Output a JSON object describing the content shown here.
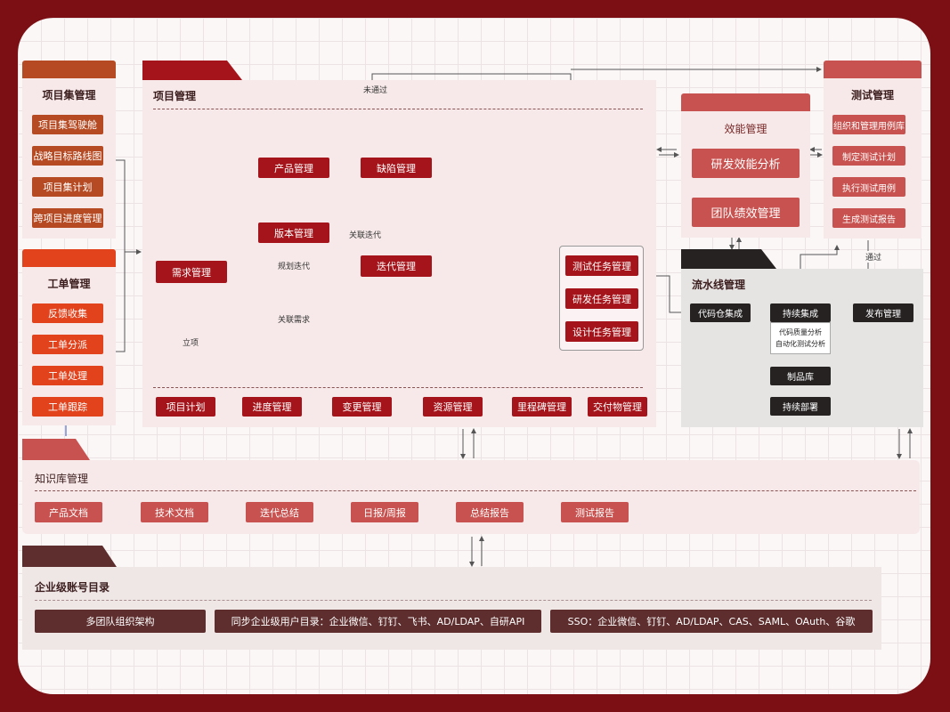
{
  "project_set": {
    "title": "项目集管理",
    "items": [
      "项目集驾驶舱",
      "战略目标路线图",
      "项目集计划",
      "跨项目进度管理"
    ]
  },
  "work_order": {
    "title": "工单管理",
    "items": [
      "反馈收集",
      "工单分派",
      "工单处理",
      "工单跟踪"
    ]
  },
  "project": {
    "title": "项目管理",
    "product": "产品管理",
    "defect": "缺陷管理",
    "version": "版本管理",
    "requirement": "需求管理",
    "iteration": "迭代管理",
    "test_task": "测试任务管理",
    "dev_task": "研发任务管理",
    "design_task": "设计任务管理",
    "labels": {
      "not_passed": "未通过",
      "link_iteration": "关联迭代",
      "plan_iteration": "规划迭代",
      "link_requirement": "关联需求",
      "initiate": "立项"
    },
    "bottom": [
      "项目计划",
      "进度管理",
      "变更管理",
      "资源管理",
      "里程碑管理",
      "交付物管理"
    ]
  },
  "efficiency": {
    "title": "效能管理",
    "items": [
      "研发效能分析",
      "团队绩效管理"
    ]
  },
  "test_mgmt": {
    "title": "测试管理",
    "items": [
      "组织和管理用例库",
      "制定测试计划",
      "执行测试用例",
      "生成测试报告"
    ],
    "pass_label": "通过"
  },
  "pipeline": {
    "title": "流水线管理",
    "repo": "代码仓集成",
    "ci": "持续集成",
    "ci_note1": "代码质量分析",
    "ci_note2": "自动化测试分析",
    "release": "发布管理",
    "artifact": "制品库",
    "cd": "持续部署"
  },
  "knowledge": {
    "title": "知识库管理",
    "items": [
      "产品文档",
      "技术文档",
      "迭代总结",
      "日报/周报",
      "总结报告",
      "测试报告"
    ]
  },
  "account": {
    "title": "企业级账号目录",
    "items": [
      "多团队组织架构",
      "同步企业级用户目录：企业微信、钉钉、飞书、AD/LDAP、自研API",
      "SSO：企业微信、钉钉、AD/LDAP、CAS、SAML、OAuth、谷歌"
    ]
  },
  "colors": {
    "frame": "#7c0f14",
    "dark_red": "#a5141a",
    "orange_red": "#e2431c",
    "pink": "#c8524f",
    "black": "#262222",
    "maroon": "#5e2e2e"
  }
}
